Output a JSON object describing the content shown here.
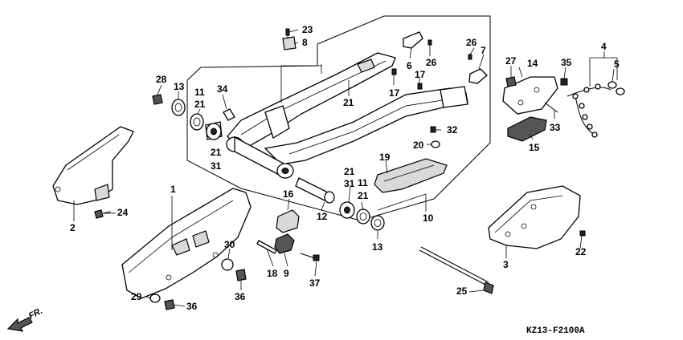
{
  "diagram_code": "KZ13-F2100A",
  "direction_label": "FR.",
  "callouts": [
    {
      "id": "c1",
      "label": "1"
    },
    {
      "id": "c2",
      "label": "2"
    },
    {
      "id": "c3",
      "label": "3"
    },
    {
      "id": "c4",
      "label": "4"
    },
    {
      "id": "c5",
      "label": "5"
    },
    {
      "id": "c6",
      "label": "6"
    },
    {
      "id": "c7",
      "label": "7"
    },
    {
      "id": "c8",
      "label": "8"
    },
    {
      "id": "c9",
      "label": "9"
    },
    {
      "id": "c10",
      "label": "10"
    },
    {
      "id": "c11a",
      "label": "11"
    },
    {
      "id": "c11b",
      "label": "11"
    },
    {
      "id": "c12",
      "label": "12"
    },
    {
      "id": "c13a",
      "label": "13"
    },
    {
      "id": "c13b",
      "label": "13"
    },
    {
      "id": "c14",
      "label": "14"
    },
    {
      "id": "c15",
      "label": "15"
    },
    {
      "id": "c16",
      "label": "16"
    },
    {
      "id": "c17a",
      "label": "17"
    },
    {
      "id": "c17b",
      "label": "17"
    },
    {
      "id": "c18",
      "label": "18"
    },
    {
      "id": "c19",
      "label": "19"
    },
    {
      "id": "c20",
      "label": "20"
    },
    {
      "id": "c21a",
      "label": "21"
    },
    {
      "id": "c21b",
      "label": "21"
    },
    {
      "id": "c21c",
      "label": "21"
    },
    {
      "id": "c21d",
      "label": "21"
    },
    {
      "id": "c21e",
      "label": "21"
    },
    {
      "id": "c22",
      "label": "22"
    },
    {
      "id": "c23",
      "label": "23"
    },
    {
      "id": "c24",
      "label": "24"
    },
    {
      "id": "c25",
      "label": "25"
    },
    {
      "id": "c26a",
      "label": "26"
    },
    {
      "id": "c26b",
      "label": "26"
    },
    {
      "id": "c27",
      "label": "27"
    },
    {
      "id": "c28",
      "label": "28"
    },
    {
      "id": "c29",
      "label": "29"
    },
    {
      "id": "c30",
      "label": "30"
    },
    {
      "id": "c31a",
      "label": "31"
    },
    {
      "id": "c31b",
      "label": "31"
    },
    {
      "id": "c32",
      "label": "32"
    },
    {
      "id": "c33",
      "label": "33"
    },
    {
      "id": "c34",
      "label": "34"
    },
    {
      "id": "c35",
      "label": "35"
    },
    {
      "id": "c36a",
      "label": "36"
    },
    {
      "id": "c36b",
      "label": "36"
    },
    {
      "id": "c37",
      "label": "37"
    }
  ]
}
